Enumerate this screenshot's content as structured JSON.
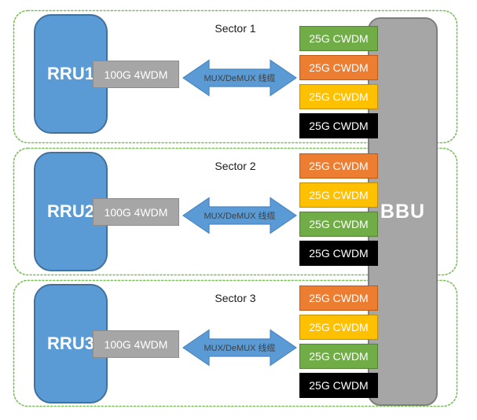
{
  "palette": {
    "rru_fill": "#5B9BD5",
    "rru_border": "#41719C",
    "gray_fill": "#A6A6A6",
    "gray_border": "#7F7F7F",
    "arrow_fill": "#5B9BD5",
    "dotted_border_green": "#7CBE5B",
    "cwdm_green": "#70AD47",
    "cwdm_orange": "#ED7D31",
    "cwdm_yellow": "#FFC000",
    "cwdm_black": "#000000",
    "label_on_color": "#FFFFFF",
    "sector_label_color": "#1A1A1A"
  },
  "bbu": {
    "label": "BBU"
  },
  "sectors": [
    {
      "name": "Sector 1",
      "rru_label": "RRU1",
      "wdm_label": "100G 4WDM",
      "cable_label": "MUX/DeMUX 线缆",
      "cwdm_modules": [
        {
          "label": "25G CWDM",
          "color": "green"
        },
        {
          "label": "25G CWDM",
          "color": "orange"
        },
        {
          "label": "25G CWDM",
          "color": "yellow"
        },
        {
          "label": "25G CWDM",
          "color": "black"
        }
      ]
    },
    {
      "name": "Sector 2",
      "rru_label": "RRU2",
      "wdm_label": "100G 4WDM",
      "cable_label": "MUX/DeMUX 线缆",
      "cwdm_modules": [
        {
          "label": "25G CWDM",
          "color": "orange"
        },
        {
          "label": "25G CWDM",
          "color": "yellow"
        },
        {
          "label": "25G CWDM",
          "color": "green"
        },
        {
          "label": "25G CWDM",
          "color": "black"
        }
      ]
    },
    {
      "name": "Sector 3",
      "rru_label": "RRU3",
      "wdm_label": "100G 4WDM",
      "cable_label": "MUX/DeMUX 线缆",
      "cwdm_modules": [
        {
          "label": "25G CWDM",
          "color": "orange"
        },
        {
          "label": "25G CWDM",
          "color": "yellow"
        },
        {
          "label": "25G CWDM",
          "color": "green"
        },
        {
          "label": "25G CWDM",
          "color": "black"
        }
      ]
    }
  ]
}
